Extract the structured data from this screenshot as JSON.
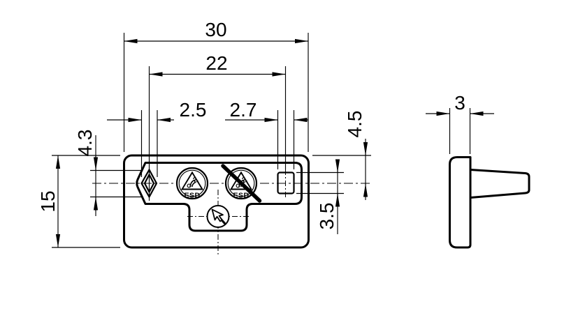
{
  "drawing": {
    "type": "2D technical dimension drawing, front and side view of a small plastic sensor mounting plate",
    "colors": {
      "line": "#000000",
      "background": "#ffffff"
    },
    "dimensions": {
      "total_width": "30",
      "symbol_center_distance": "22",
      "diamond_width": "2.5",
      "square_width": "2.7",
      "diamond_height": "4.3",
      "total_height": "15",
      "top_edge_to_centerline": "4.5",
      "square_height": "3.5",
      "plate_thickness": "3"
    },
    "symbols": {
      "esd_label": "ESD",
      "front_view_symbols": [
        "diamond-indicator",
        "esd-protected-symbol",
        "esd-unprotected-crossed-symbol",
        "square-indicator",
        "cursor-symbol"
      ]
    }
  }
}
